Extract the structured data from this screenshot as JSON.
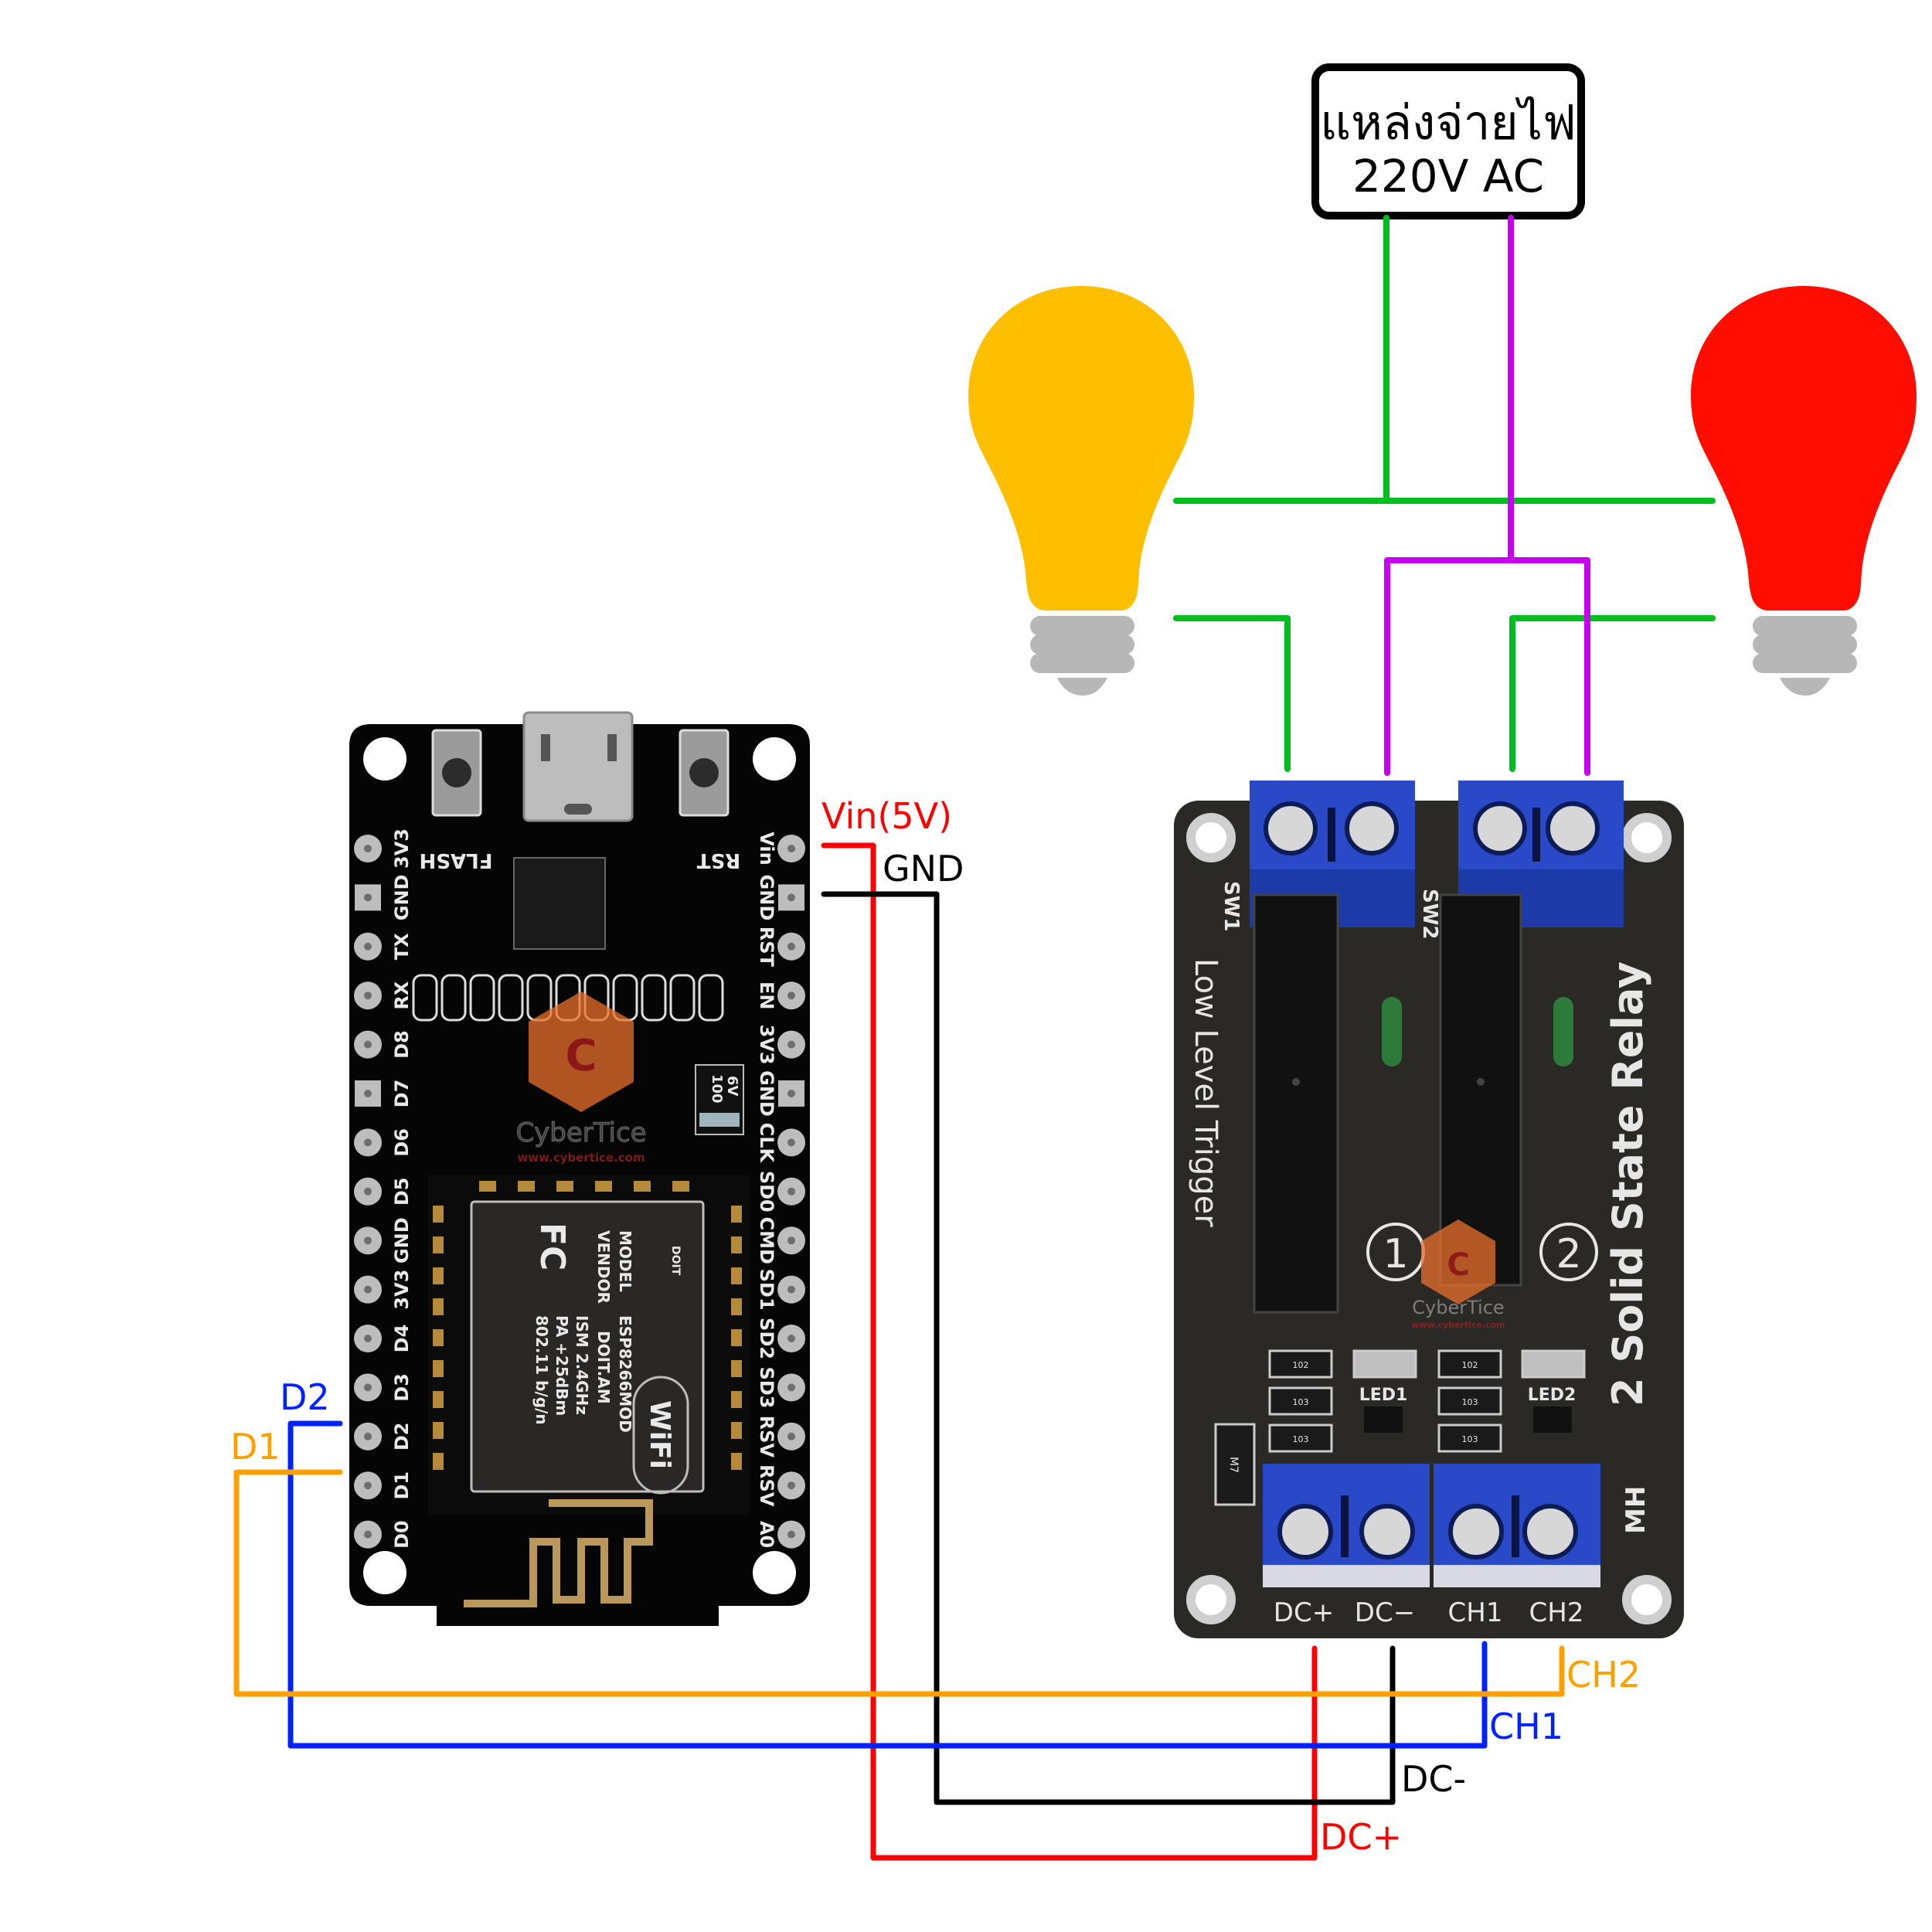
{
  "power_source": {
    "title_thai": "แหล่งจ่ายไฟ",
    "voltage": "220V AC"
  },
  "lamps": [
    {
      "name": "lamp-1",
      "color": "#FDBF00"
    },
    {
      "name": "lamp-2",
      "color": "#FF0D00"
    }
  ],
  "nodemcu": {
    "buttons": {
      "left": "FLASH",
      "right": "RST"
    },
    "left_pins": [
      "3V3",
      "GND",
      "TX",
      "RX",
      "D8",
      "D7",
      "D6",
      "D5",
      "GND",
      "3V3",
      "D4",
      "D3",
      "D2",
      "D1",
      "D0"
    ],
    "right_pins": [
      "Vin",
      "GND",
      "RST",
      "EN",
      "3V3",
      "GND",
      "CLK",
      "SD0",
      "CMD",
      "SD1",
      "SD2",
      "SD3",
      "RSV",
      "RSV",
      "A0"
    ],
    "capacitor": {
      "line1": "100",
      "line2": "6V"
    },
    "module": {
      "model_label": "MODEL",
      "model_value": "ESP8266MOD",
      "vendor_label": "VENDOR",
      "vendor_value": "DOIT.AM",
      "ism": "ISM   2.4GHz",
      "pa": "PA   +25dBm",
      "std": "802.11 b/g/n",
      "fc": "FC",
      "brand": "DOIT",
      "wifi": "WiFi"
    }
  },
  "relay": {
    "title": "2 Solid State Relay",
    "subtitle": "Low Level Trigger",
    "switch_labels": [
      "SW1",
      "SW2"
    ],
    "channel_marks": [
      "1",
      "2"
    ],
    "led_labels": [
      "LED1",
      "LED2"
    ],
    "resistors": [
      "102",
      "103",
      "103",
      "102",
      "103",
      "103"
    ],
    "diode": "M7",
    "maker": "MH",
    "terminals": [
      "DC+",
      "DC−",
      "CH1",
      "CH2"
    ]
  },
  "watermark": {
    "brand": "CyberTice",
    "url": "www.cybertice.com"
  },
  "wire_labels": {
    "vin": "Vin(5V)",
    "gnd": "GND",
    "d2": "D2",
    "d1": "D1",
    "ch2": "CH2",
    "ch1": "CH1",
    "dc_minus": "DC-",
    "dc_plus": "DC+"
  },
  "wire_colors": {
    "ac_line": "#00BE1F",
    "ac_neutral": "#C800F0",
    "vin": "#FF0000",
    "gnd": "#000000",
    "d2": "#0022FF",
    "d1": "#FFA000"
  },
  "connections": [
    {
      "from": "NodeMCU Vin",
      "to": "Relay DC+",
      "wire": "vin"
    },
    {
      "from": "NodeMCU GND",
      "to": "Relay DC-",
      "wire": "gnd"
    },
    {
      "from": "NodeMCU D2",
      "to": "Relay CH1",
      "wire": "d2"
    },
    {
      "from": "NodeMCU D1",
      "to": "Relay CH2",
      "wire": "d1"
    },
    {
      "from": "220V AC",
      "to": "Lamps + SW1/SW2",
      "wire": "ac_line"
    },
    {
      "from": "220V AC",
      "to": "SW1/SW2",
      "wire": "ac_neutral"
    }
  ]
}
